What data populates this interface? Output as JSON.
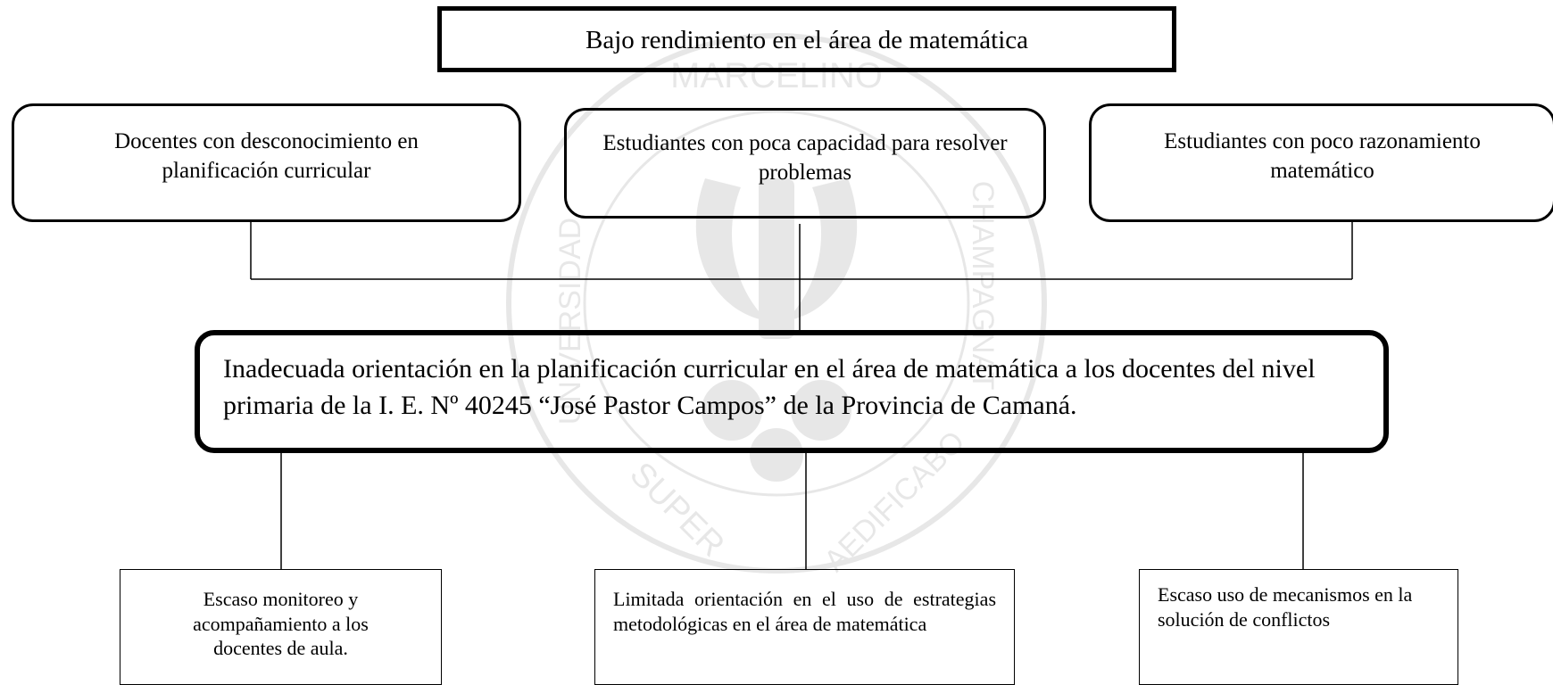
{
  "title": "Bajo rendimiento en el área de matemática",
  "consequences": [
    {
      "text": "Docentes con desconocimiento en planificación curricular"
    },
    {
      "text": "Estudiantes con poca capacidad para resolver problemas"
    },
    {
      "text": "Estudiantes con poco razonamiento matemático"
    }
  ],
  "central_problem": "Inadecuada orientación en la planificación curricular en el área de matemática a los docentes del nivel primaria de la I. E. Nº 40245 “José Pastor Campos” de la Provincia de Camaná.",
  "causes": [
    {
      "text": "Escaso monitoreo y acompañamiento a los docentes de aula."
    },
    {
      "text": "Limitada orientación en el uso de estrategias metodológicas en el área de matemática"
    },
    {
      "text": "Escaso uso de mecanismos en la solución de conflictos"
    }
  ],
  "watermark_text": [
    "MARCELINO",
    "CHAMPAGNAT",
    "UNIVERSIDAD",
    "SUPER",
    "AEDIFICABO"
  ]
}
